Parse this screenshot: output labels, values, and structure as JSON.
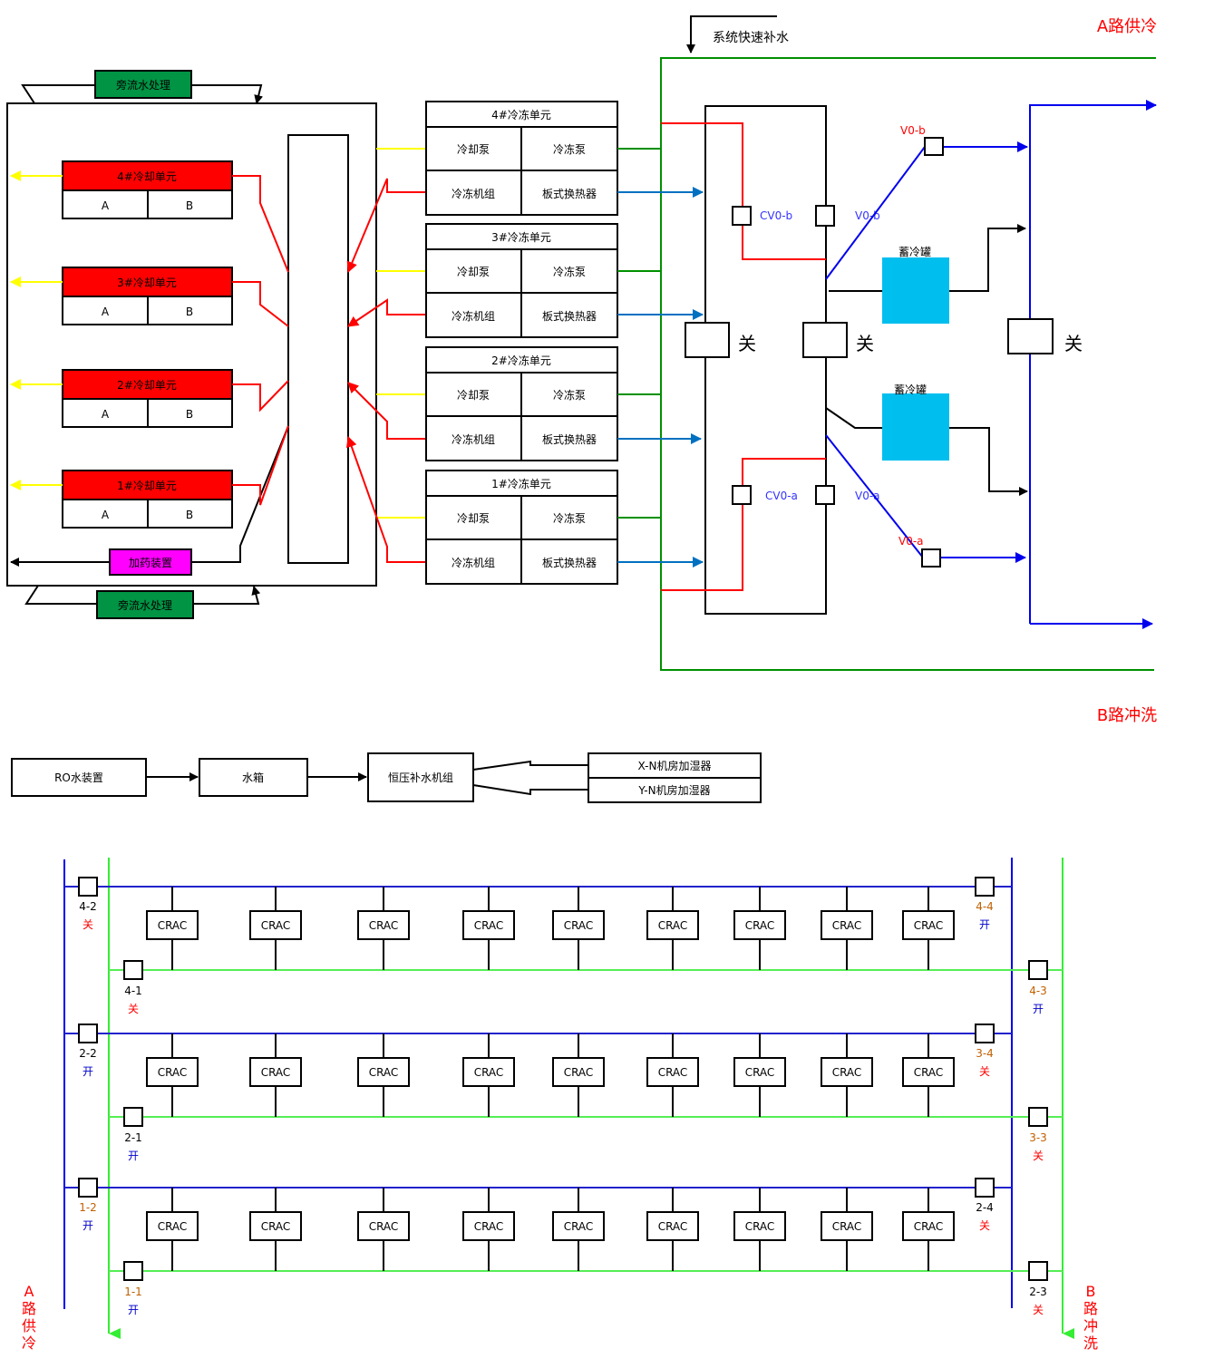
{
  "colors": {
    "red": "#ff0000",
    "green": "#009000",
    "dkgreen": "#009444",
    "blue": "#0000ee",
    "steel": "#0070c0",
    "yellow": "#ffff00",
    "cyan": "#00bfef",
    "magenta": "#ff00ff",
    "lime": "#33ee33",
    "orange": "#c06000"
  },
  "title_a": "A路供冷",
  "title_b": "B路冲洗",
  "makeup_label": "系统快速补水",
  "side_treat": "旁流水处理",
  "dosing": "加药装置",
  "cooling_units": [
    {
      "name": "4#冷却单元",
      "a": "A",
      "b": "B"
    },
    {
      "name": "3#冷却单元",
      "a": "A",
      "b": "B"
    },
    {
      "name": "2#冷却单元",
      "a": "A",
      "b": "B"
    },
    {
      "name": "1#冷却单元",
      "a": "A",
      "b": "B"
    }
  ],
  "freeze_units": [
    {
      "title": "4#冷冻单元",
      "c1": "冷却泵",
      "c2": "冷冻泵",
      "c3": "冷冻机组",
      "c4": "板式换热器"
    },
    {
      "title": "3#冷冻单元",
      "c1": "冷却泵",
      "c2": "冷冻泵",
      "c3": "冷冻机组",
      "c4": "板式换热器"
    },
    {
      "title": "2#冷冻单元",
      "c1": "冷却泵",
      "c2": "冷冻泵",
      "c3": "冷冻机组",
      "c4": "板式换热器"
    },
    {
      "title": "1#冷冻单元",
      "c1": "冷却泵",
      "c2": "冷冻泵",
      "c3": "冷冻机组",
      "c4": "板式换热器"
    }
  ],
  "valves": {
    "v0b_top": "V0-b",
    "cv0b": "CV0-b",
    "v0b_mid": "V0-b",
    "cv0a": "CV0-a",
    "v0a_mid": "V0-a",
    "v0a_bot": "V0-a"
  },
  "close_label": "关",
  "tank_label": "蓄冷罐",
  "ro_label": "RO水装置",
  "water_tank": "水箱",
  "const_pressure": "恒压补水机组",
  "humidifiers": [
    "X-N机房加湿器",
    "Y-N机房加湿器"
  ],
  "crac_label": "CRAC",
  "rows": [
    {
      "left_top": "4-2",
      "left_top_state": "关",
      "left_bot": "4-1",
      "left_bot_state": "关",
      "right_top": "4-4",
      "right_top_state": "开",
      "right_bot": "4-3",
      "right_bot_state": "开"
    },
    {
      "left_top": "2-2",
      "left_top_state": "开",
      "left_bot": "2-1",
      "left_bot_state": "开",
      "right_top": "3-4",
      "right_top_state": "关",
      "right_bot": "3-3",
      "right_bot_state": "关"
    },
    {
      "left_top": "1-2",
      "left_top_state": "开",
      "left_bot": "1-1",
      "left_bot_state": "开",
      "right_top": "2-4",
      "right_top_state": "关",
      "right_bot": "2-3",
      "right_bot_state": "关"
    }
  ],
  "a_supply_vertical": [
    "A",
    "路",
    "供",
    "冷"
  ],
  "b_flush_vertical": [
    "B",
    "路",
    "冲",
    "洗"
  ]
}
